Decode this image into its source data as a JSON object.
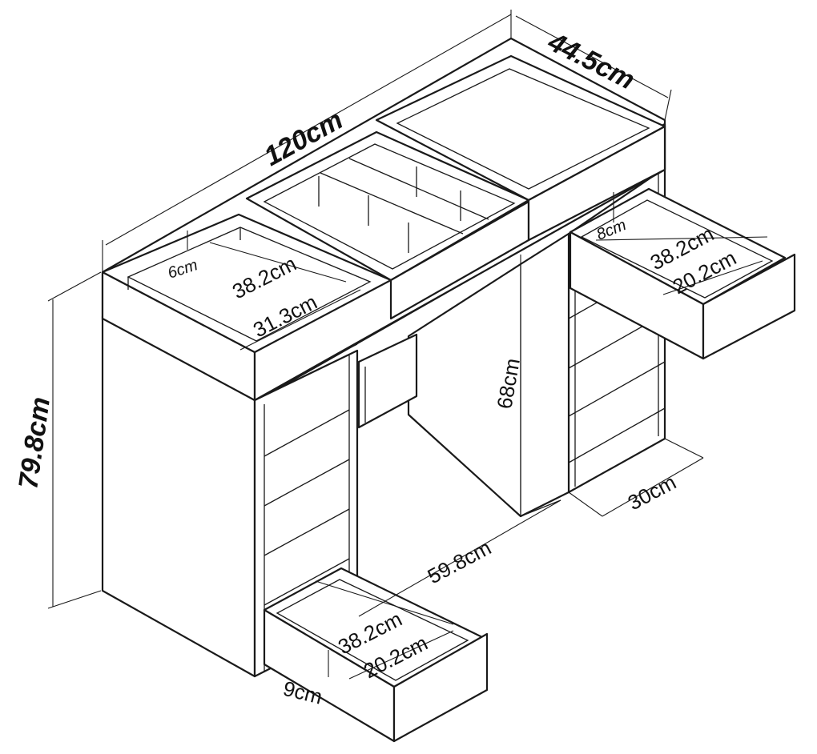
{
  "dimensions": {
    "total_width": "120cm",
    "depth": "44.5cm",
    "height": "79.8cm",
    "leg_height": "68cm",
    "knee_space_width": "59.8cm",
    "cabinet_depth": "30cm",
    "top_tray_depth": "6cm",
    "top_tray_length": "38.2cm",
    "top_tray_width": "31.3cm",
    "right_drawer_height": "8cm",
    "right_drawer_length": "38.2cm",
    "right_drawer_width": "20.2cm",
    "bottom_drawer_height": "9cm",
    "bottom_drawer_length": "38.2cm",
    "bottom_drawer_width": "20.2cm"
  }
}
